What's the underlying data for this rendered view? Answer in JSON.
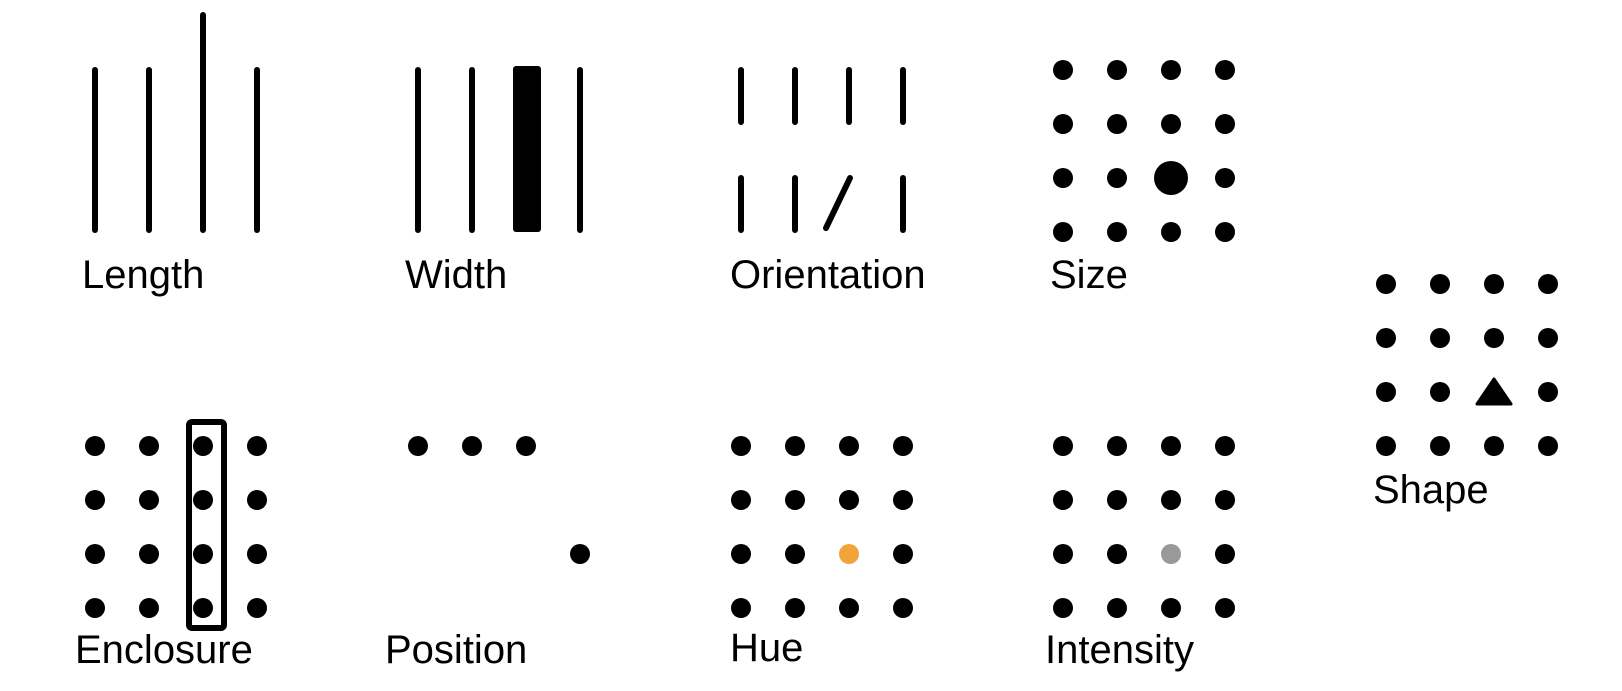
{
  "labels": {
    "length": "Length",
    "width": "Width",
    "orientation": "Orientation",
    "size": "Size",
    "shape": "Shape",
    "enclosure": "Enclosure",
    "position": "Position",
    "hue": "Hue",
    "intensity": "Intensity"
  },
  "colors": {
    "ink": "#000000",
    "hue_accent": "#F0A43A",
    "intensity_accent": "#999999",
    "background": "#FFFFFF"
  }
}
